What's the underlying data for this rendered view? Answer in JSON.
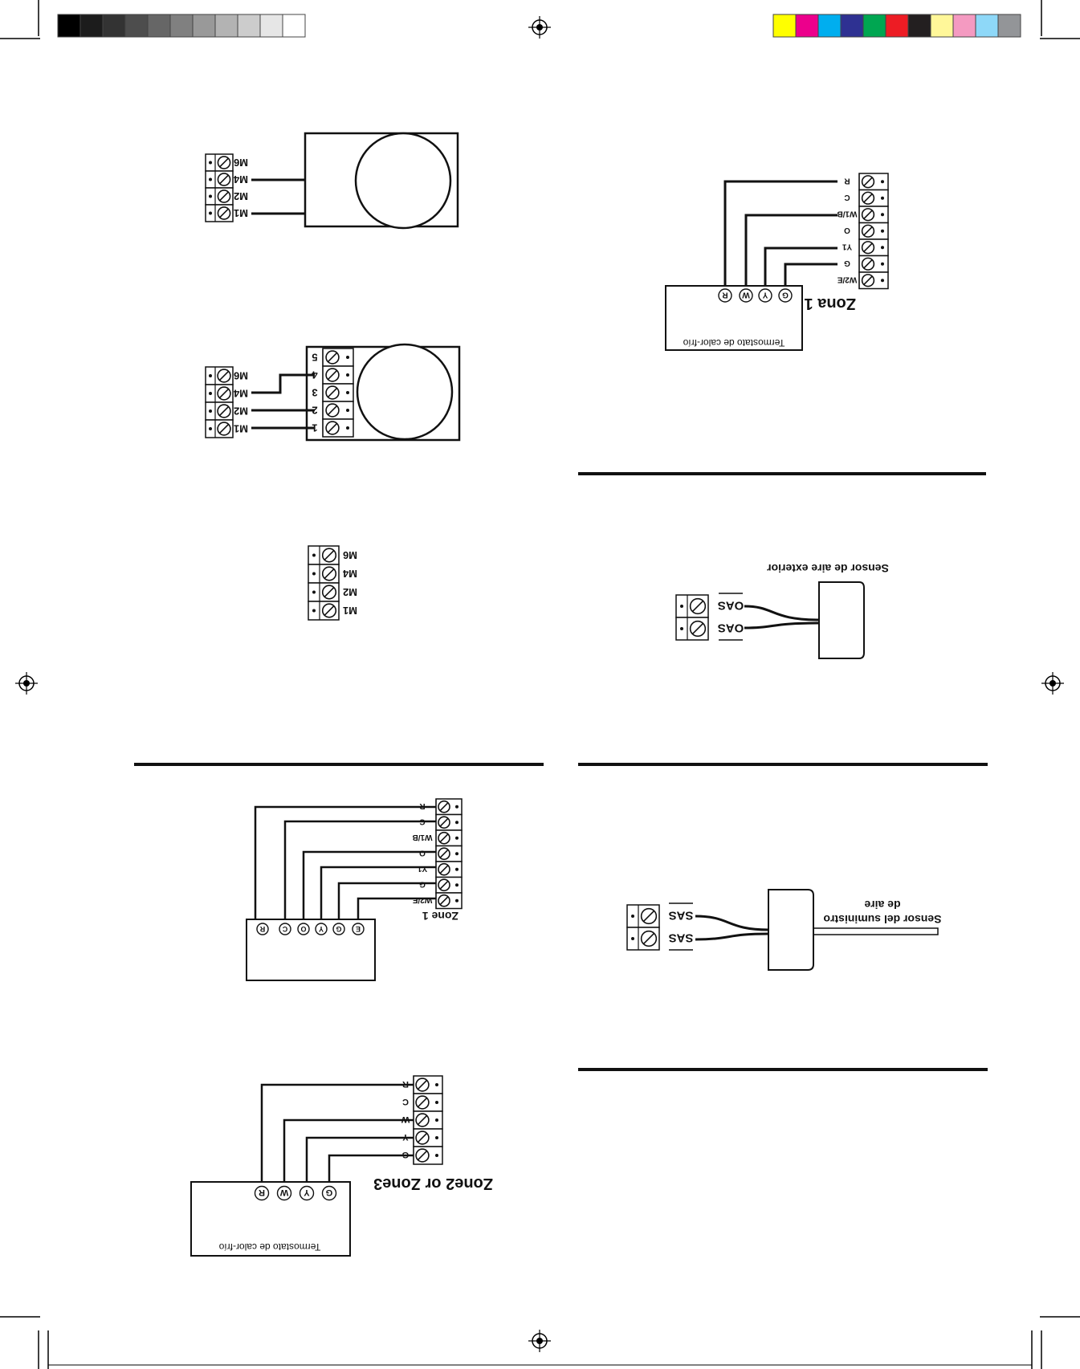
{
  "print_marks": {
    "grayscale": [
      "#000000",
      "#1c1c1c",
      "#333333",
      "#4d4d4d",
      "#666666",
      "#808080",
      "#999999",
      "#b3b3b3",
      "#cccccc",
      "#e6e6e6",
      "#ffffff"
    ],
    "colors": [
      "#ffff00",
      "#ec008c",
      "#00aeef",
      "#2e3192",
      "#00a651",
      "#ed1c24",
      "#231f20",
      "#fff799",
      "#f49ac1",
      "#8ed8f8",
      "#939598"
    ]
  },
  "diagrams": {
    "motor_a": {
      "terminals": [
        "M6",
        "M4",
        "M2",
        "M1"
      ]
    },
    "motor_b": {
      "terminals": [
        "M6",
        "M4",
        "M2",
        "M1"
      ],
      "motor_terminals": [
        "5",
        "4",
        "3",
        "2",
        "1"
      ]
    },
    "motor_c": {
      "terminals": [
        "M6",
        "M4",
        "M2",
        "M1"
      ]
    },
    "zone1_heatpump": {
      "title": "Zona 1",
      "terminals": [
        "R",
        "C",
        "W1/B",
        "O",
        "Y1",
        "G",
        "W2/E"
      ],
      "tstat_terminals": [
        "R",
        "W",
        "Y",
        "G"
      ],
      "tstat_label": "Termostato de calor-frío"
    },
    "outdoor_sensor": {
      "label": "Sensor de aire exterior",
      "terminals": [
        "OAS",
        "OAS"
      ]
    },
    "zone1_conventional": {
      "title": "Zone 1",
      "terminals": [
        "R",
        "C",
        "W1/B",
        "O",
        "Y1",
        "G",
        "W2/E"
      ],
      "tstat_terminals": [
        "R",
        "C",
        "O",
        "Y",
        "G",
        "E"
      ]
    },
    "supply_sensor": {
      "label_line1": "Sensor del suministro",
      "label_line2": "de aire",
      "terminals": [
        "SAS",
        "SAS"
      ]
    },
    "zone23": {
      "title": "Zone2 or Zone3",
      "terminals": [
        "R",
        "C",
        "W",
        "Y",
        "G"
      ],
      "tstat_terminals": [
        "R",
        "W",
        "Y",
        "G"
      ],
      "tstat_label": "Termostato de calor-frío"
    }
  }
}
